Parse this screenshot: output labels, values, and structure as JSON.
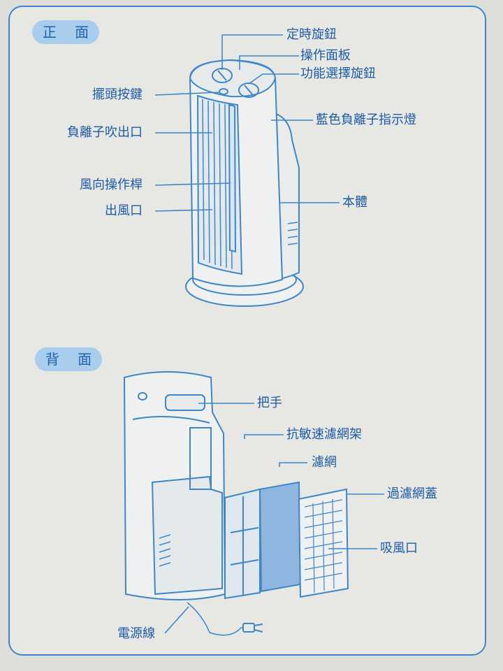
{
  "sections": {
    "front": {
      "title": "正 面",
      "labels": {
        "timer_knob": "定時旋鈕",
        "control_panel": "操作面板",
        "function_knob": "功能選擇旋鈕",
        "swing_button": "擺頭按鍵",
        "blue_ion_indicator": "藍色負離子指示燈",
        "ion_outlet": "負離子吹出口",
        "louver_lever": "風向操作桿",
        "body": "本體",
        "air_outlet": "出風口"
      }
    },
    "back": {
      "title": "背 面",
      "labels": {
        "handle": "把手",
        "antiallergy_filter_frame": "抗敏速濾網架",
        "filter": "濾網",
        "filter_cover": "過濾網蓋",
        "air_intake": "吸風口",
        "power_cord": "電源線"
      }
    }
  },
  "colors": {
    "line": "#3f86c9",
    "text": "#1e5aa3",
    "badge_bg": "#a9cdec",
    "filter_fill": "#8fb6df"
  }
}
